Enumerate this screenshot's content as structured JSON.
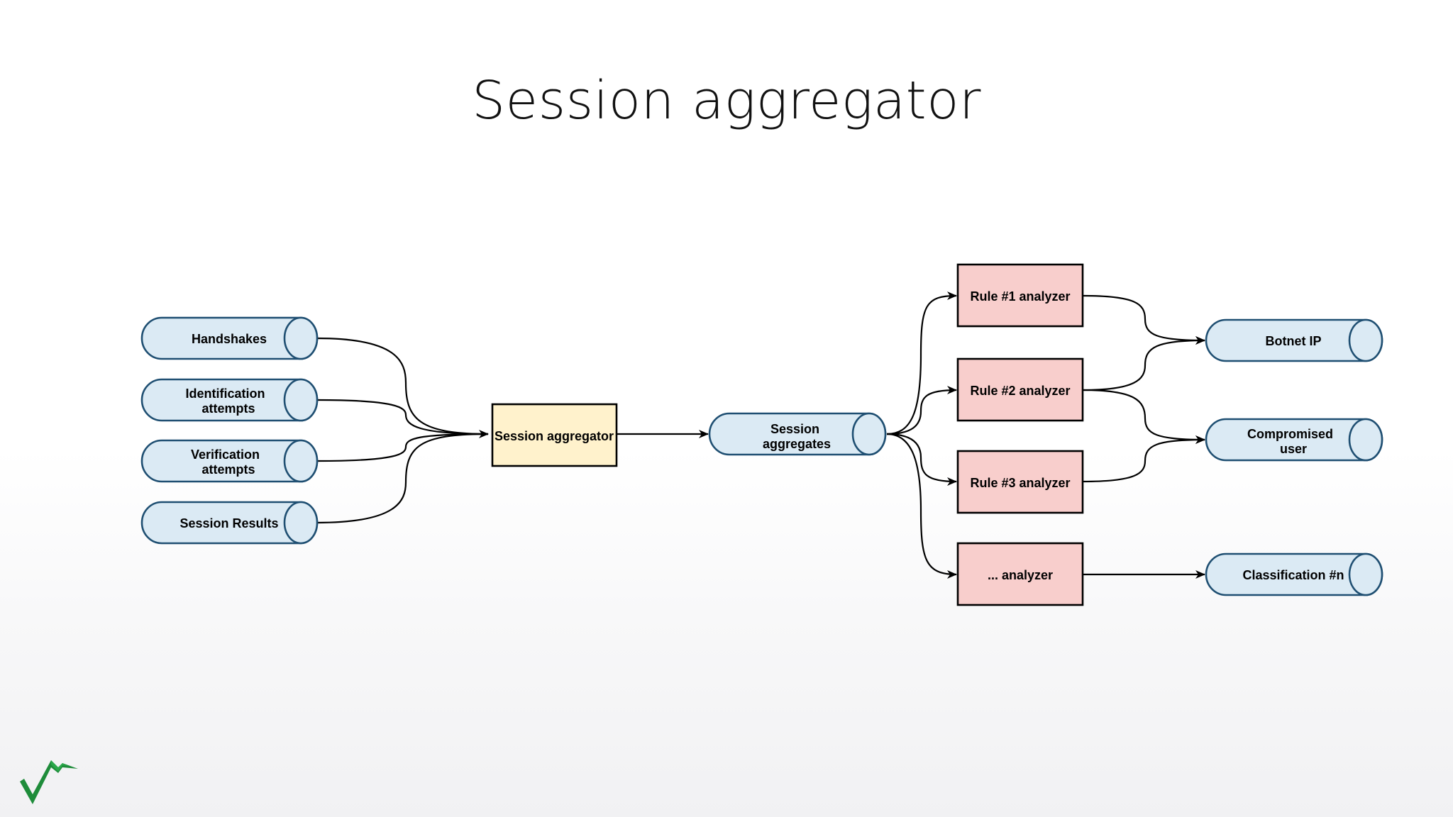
{
  "slide": {
    "title": "Session aggregator"
  },
  "diagram": {
    "inputs": [
      {
        "id": "handshakes",
        "lines": [
          "Handshakes"
        ]
      },
      {
        "id": "identification",
        "lines": [
          "Identification",
          "attempts"
        ]
      },
      {
        "id": "verification",
        "lines": [
          "Verification",
          "attempts"
        ]
      },
      {
        "id": "session-results",
        "lines": [
          "Session Results"
        ]
      }
    ],
    "aggregator": {
      "lines": [
        "Session aggregator"
      ]
    },
    "aggregates": {
      "lines": [
        "Session",
        "aggregates"
      ]
    },
    "analyzers": [
      {
        "id": "rule-1",
        "lines": [
          "Rule #1 analyzer"
        ]
      },
      {
        "id": "rule-2",
        "lines": [
          "Rule #2 analyzer"
        ]
      },
      {
        "id": "rule-3",
        "lines": [
          "Rule #3 analyzer"
        ]
      },
      {
        "id": "rule-n",
        "lines": [
          "... analyzer"
        ]
      }
    ],
    "outputs": [
      {
        "id": "botnet-ip",
        "lines": [
          "Botnet IP"
        ]
      },
      {
        "id": "compromised-user",
        "lines": [
          "Compromised",
          "user"
        ]
      },
      {
        "id": "classification-n",
        "lines": [
          "Classification #n"
        ]
      }
    ]
  },
  "colors": {
    "queue_fill": "#dbeaf4",
    "queue_stroke": "#1f4f72",
    "aggregator_fill": "#fff2cc",
    "analyzer_fill": "#f8cecc",
    "logo_green": "#1e8c3a"
  },
  "logo": {
    "icon": "checkmark-logo-icon"
  }
}
